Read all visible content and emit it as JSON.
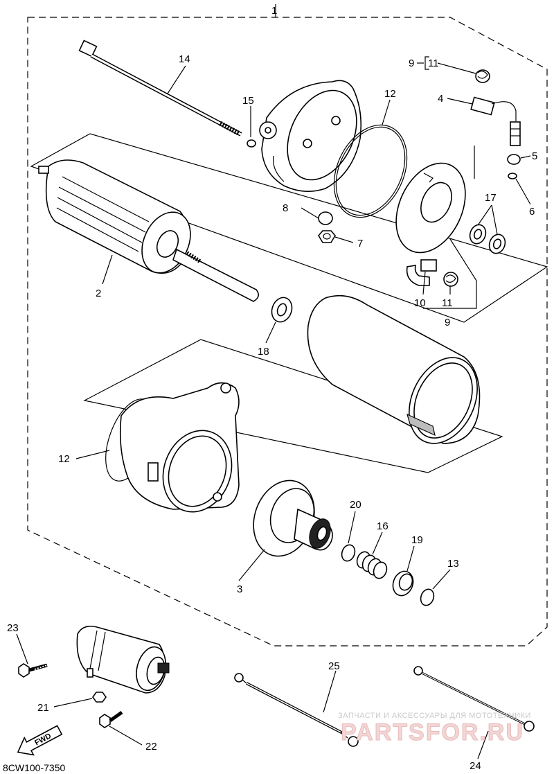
{
  "callouts": {
    "c1": "1",
    "c2": "2",
    "c3": "3",
    "c4": "4",
    "c5": "5",
    "c6": "6",
    "c7": "7",
    "c8": "8",
    "c9_top": "9",
    "c11_top": "11",
    "c9_bottom": "9",
    "c10": "10",
    "c11": "11",
    "c12_top": "12",
    "c12_bottom": "12",
    "c13": "13",
    "c14": "14",
    "c15": "15",
    "c16": "16",
    "c17": "17",
    "c18": "18",
    "c19": "19",
    "c20": "20",
    "c21": "21",
    "c22": "22",
    "c23": "23",
    "c24": "24",
    "c25": "25"
  },
  "fwd_label": "FWD",
  "diagram_code": "8CW100-7350",
  "watermark": {
    "line1": "ЗАПЧАСТИ И АКСЕССУАРЫ ДЛЯ МОТОТЕХНИКИ",
    "line2": "PARTSFOR.RU"
  },
  "colors": {
    "ink": "#000000",
    "paper": "#ffffff",
    "watermark": "#e8b9b9"
  }
}
